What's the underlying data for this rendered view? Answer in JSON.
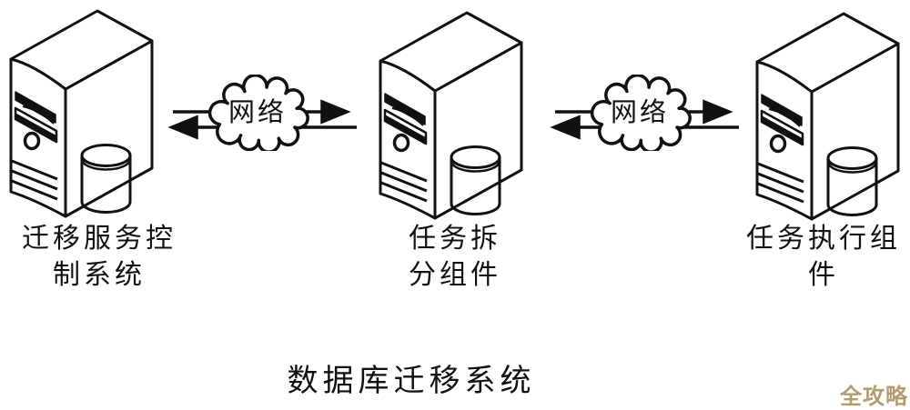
{
  "diagram": {
    "title": "数据库迁移系统",
    "watermark": "全攻略",
    "nodes": [
      {
        "label": "迁移服务控\n制系统"
      },
      {
        "label": "任务拆\n分组件"
      },
      {
        "label": "任务执行组\n件"
      }
    ],
    "links": [
      {
        "label": "网络"
      },
      {
        "label": "网络"
      }
    ],
    "colors": {
      "line": "#111111",
      "background": "#ffffff",
      "watermark": "#b69b71"
    }
  }
}
